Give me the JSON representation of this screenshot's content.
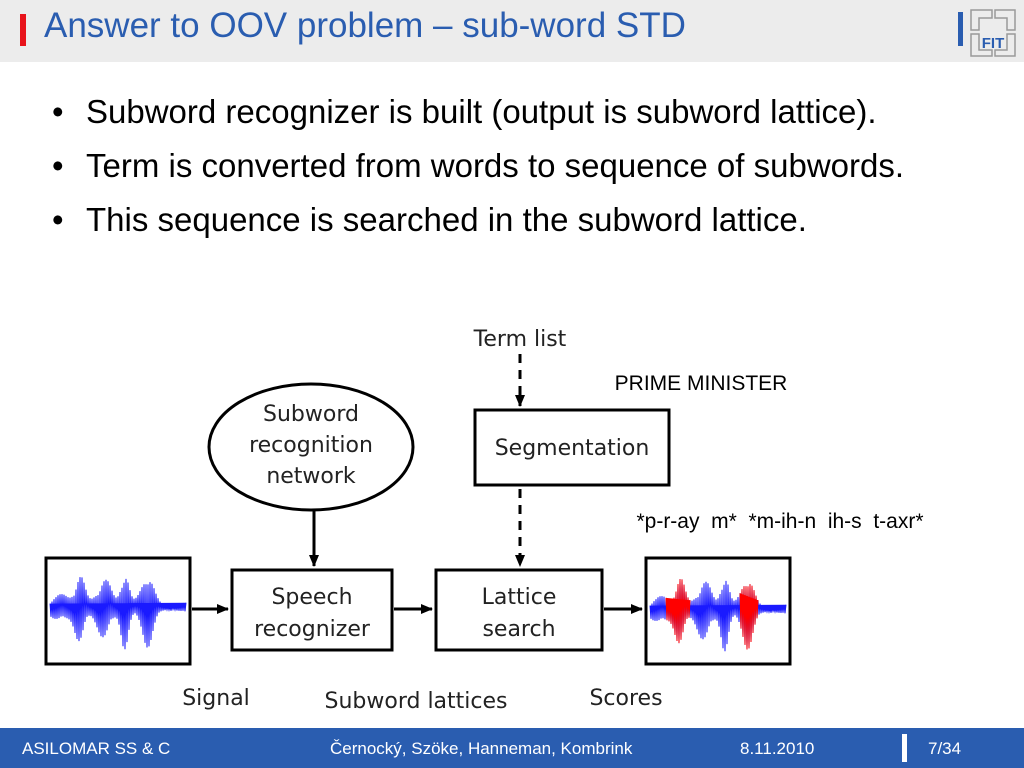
{
  "title": "Answer to OOV problem – sub-word STD",
  "logo_text": "FIT",
  "bullets": [
    "Subword recognizer is built (output is subword lattice).",
    "Term is converted from words to sequence of subwords.",
    "This sequence is searched in the subword lattice."
  ],
  "diagram": {
    "term_list": "Term list",
    "network": [
      "Subword",
      "recognition",
      "network"
    ],
    "segmentation": "Segmentation",
    "speech_recognizer": [
      "Speech",
      "recognizer"
    ],
    "lattice_search": [
      "Lattice",
      "search"
    ],
    "signal": "Signal",
    "subword_lattices": "Subword lattices",
    "scores": "Scores",
    "example_term": "PRIME MINISTER",
    "example_subwords": "*p-r-ay  m*  *m-ih-n  ih-s  t-axr*",
    "colors": {
      "waveform": "#1a1aff",
      "hit": "#ff0000"
    }
  },
  "footer": {
    "conference": "ASILOMAR SS & C",
    "authors": "Černocký, Szöke, Hanneman, Kombrink",
    "date": "8.11.2010",
    "page": "7/34"
  }
}
